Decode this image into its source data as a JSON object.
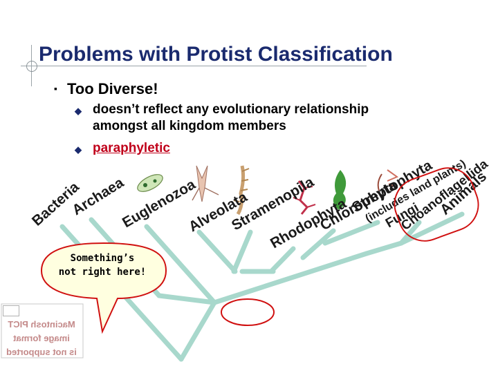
{
  "slide": {
    "title": "Problems with Protist Classification",
    "bullet_main": "Too Diverse!",
    "sub_bullets": [
      {
        "line1": "doesn’t reflect any evolutionary relationship",
        "line2": "amongst all kingdom members"
      },
      {
        "line1": "paraphyletic"
      }
    ],
    "bullet_marker": "▪",
    "sub_marker": "◆"
  },
  "tree": {
    "branch_color": "#a8d8cc",
    "label_color": "#1a1a1a",
    "highlight_color": "#d01010",
    "taxa": [
      "Bacteria",
      "Archaea",
      "Euglenozoa",
      "Alveolata",
      "Stramenopila",
      "Rhodophyta",
      "Chlorophyta",
      "Streptophyta",
      "(includes land plants)",
      "Fungi",
      "Choanoflagellida",
      "Animals"
    ]
  },
  "callout": {
    "line1": "Something’s",
    "line2": "not right here!"
  },
  "missing_image": {
    "text": "Macintosh PICT\nimage format\nis not supported"
  }
}
